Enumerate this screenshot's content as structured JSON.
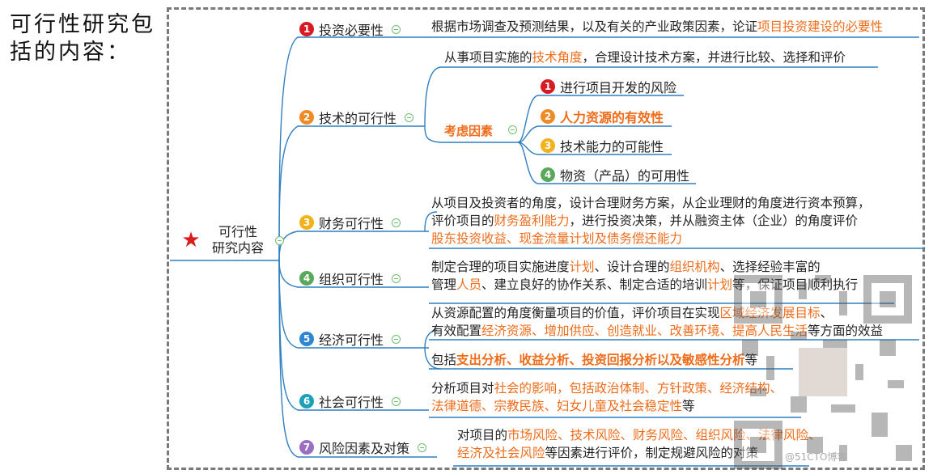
{
  "side_title": "可行性研究包括的内容：",
  "root": {
    "label_line1": "可行性",
    "label_line2": "研究内容"
  },
  "colors": {
    "red": "#d61b23",
    "orange": "#f08a24",
    "yellow": "#f2b21b",
    "green": "#5aa85a",
    "blue": "#2d86d1",
    "teal": "#1fa0b8",
    "purple": "#9a6fc2",
    "highlight": "#ef6c1a",
    "line": "#2f7fc1"
  },
  "branches": [
    {
      "num": "1",
      "label": "投资必要性",
      "desc": [
        [
          "根据市场调查及预测结果，以及有关的产业政策因素，论证",
          ""
        ],
        [
          "项目投资建设的必要性",
          "hl"
        ]
      ]
    },
    {
      "num": "2",
      "label": "技术的可行性",
      "desc": [
        [
          "从事项目实施的",
          ""
        ],
        [
          "技术角度",
          "hl"
        ],
        [
          "，合理设计技术方案，并进行比较、选择和评价",
          ""
        ]
      ],
      "factor_title": "考虑因素",
      "factors": [
        {
          "num": "1",
          "text": "进行项目开发的风险"
        },
        {
          "num": "2",
          "text": "人力资源的有效性"
        },
        {
          "num": "3",
          "text": "技术能力的可能性"
        },
        {
          "num": "4",
          "text": "物资（产品）的可用性"
        }
      ]
    },
    {
      "num": "3",
      "label": "财务可行性",
      "desc_lines": [
        [
          [
            "从项目及投资者的角度，设计合理财务方案，从企业理财的角度进行资本预算，",
            ""
          ]
        ],
        [
          [
            "评价项目的",
            ""
          ],
          [
            "财务盈利能力",
            "hl"
          ],
          [
            "，进行投资决策，并从融资主体（企业）的角度评价",
            ""
          ]
        ],
        [
          [
            "股东投资收益、现金流量计划及债务偿还能力",
            "hl"
          ]
        ]
      ]
    },
    {
      "num": "4",
      "label": "组织可行性",
      "desc_lines": [
        [
          [
            "制定合理的项目实施进度",
            ""
          ],
          [
            "计划",
            "hl"
          ],
          [
            "、设计合理的",
            ""
          ],
          [
            "组织机构",
            "hl"
          ],
          [
            "、选择经验丰富的",
            ""
          ]
        ],
        [
          [
            "管理",
            ""
          ],
          [
            "人员",
            "hl"
          ],
          [
            "、建立良好的协作关系、制定合适的培训",
            ""
          ],
          [
            "计划",
            "hl"
          ],
          [
            "等，保证项目顺利执行",
            ""
          ]
        ]
      ]
    },
    {
      "num": "5",
      "label": "经济可行性",
      "desc_lines": [
        [
          [
            "从资源配置的角度衡量项目的价值，评价项目在实现",
            ""
          ],
          [
            "区域经济发展目标",
            "hl"
          ],
          [
            "、",
            ""
          ]
        ],
        [
          [
            "有效配置",
            ""
          ],
          [
            "经济资源、增加供应、创造就业、改善环境、提高人民生活",
            "hl"
          ],
          [
            "等方面的效益",
            ""
          ]
        ]
      ],
      "desc2": [
        [
          "包括",
          ""
        ],
        [
          "支出分析、收益分析、投资回报分析以及敏感性分析",
          "hlb"
        ],
        [
          "等",
          ""
        ]
      ]
    },
    {
      "num": "6",
      "label": "社会可行性",
      "desc_lines": [
        [
          [
            "分析项目对",
            ""
          ],
          [
            "社会的影响，包括政治体制、方针政策、经济结构、",
            "hl"
          ]
        ],
        [
          [
            "法律道德、宗教民族、妇女儿童及社会稳定性",
            "hl"
          ],
          [
            "等",
            ""
          ]
        ]
      ]
    },
    {
      "num": "7",
      "label": "风险因素及对策",
      "desc_lines": [
        [
          [
            "对项目的",
            ""
          ],
          [
            "市场风险、技术风险、财务风险、组织风险、法律风险、",
            "hl"
          ]
        ],
        [
          [
            "经济及社会风险",
            "hl"
          ],
          [
            "等因素进行评价，制定规避风险的对策",
            ""
          ]
        ]
      ]
    }
  ],
  "watermark": "@51CTO博客"
}
